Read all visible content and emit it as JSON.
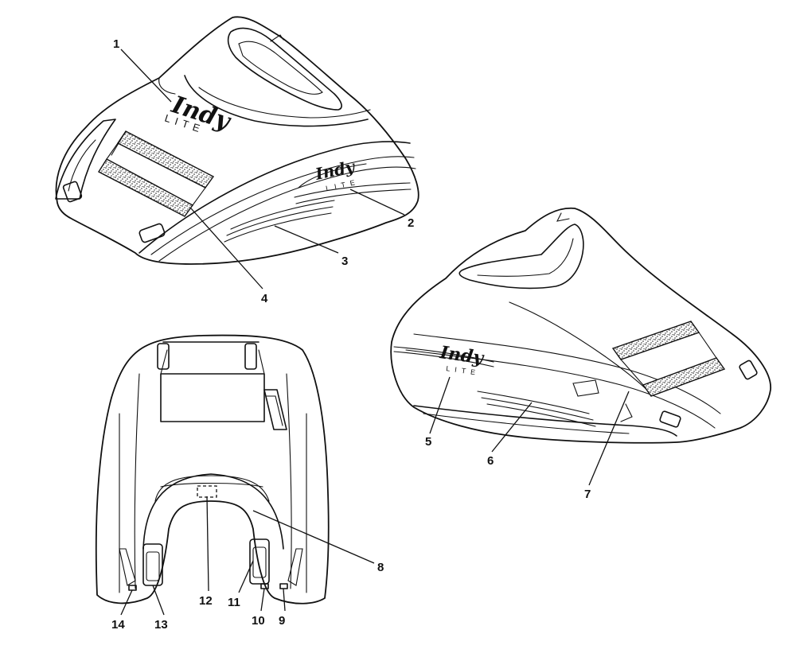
{
  "decal": {
    "brand": "Indy",
    "model": "LITE"
  },
  "callouts": [
    {
      "id": "1",
      "label": "1"
    },
    {
      "id": "2",
      "label": "2"
    },
    {
      "id": "3",
      "label": "3"
    },
    {
      "id": "4",
      "label": "4"
    },
    {
      "id": "5",
      "label": "5"
    },
    {
      "id": "6",
      "label": "6"
    },
    {
      "id": "7",
      "label": "7"
    },
    {
      "id": "8",
      "label": "8"
    },
    {
      "id": "9",
      "label": "9"
    },
    {
      "id": "10",
      "label": "10"
    },
    {
      "id": "11",
      "label": "11"
    },
    {
      "id": "12",
      "label": "12"
    },
    {
      "id": "13",
      "label": "13"
    },
    {
      "id": "14",
      "label": "14"
    }
  ]
}
